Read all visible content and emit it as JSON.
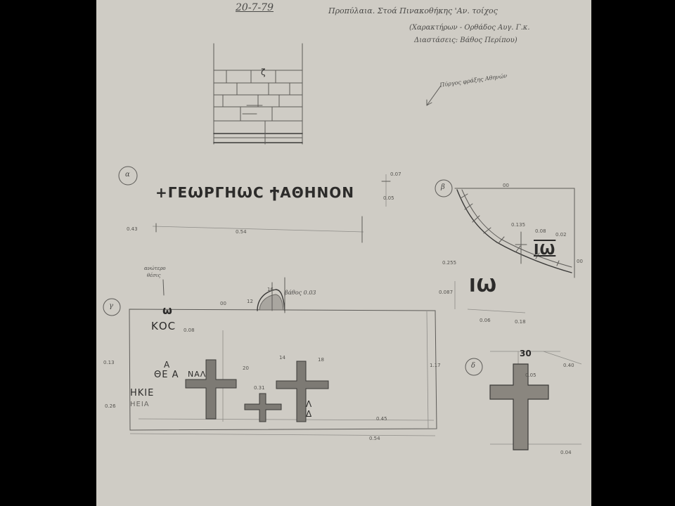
{
  "header": {
    "date": "20-7-79",
    "title_line1": "Προπύλαια. Στοά Πινακοθήκης 'Αν. τοίχος",
    "title_line2": "(Χαρακτήρων - Ορθάδος Αυγ. Γ.κ.",
    "title_line3": "Διαστάσεις: Βάθος Περίπου)"
  },
  "annotations": {
    "arrow_note": "Πύργος φράξης Αθηνών",
    "depth_note": "βάθος 0.03",
    "upper_note_1": "ανώτερο",
    "upper_note_2": "θέσις"
  },
  "panel_labels": {
    "a": "α",
    "b": "β",
    "c": "γ",
    "d": "δ"
  },
  "inscriptions": {
    "main": "+ΓΕѠΡΓΗѠϹ ϮΑΘΗΝΟΝ",
    "io": "ΙѠ",
    "io_small": "ΙѠ",
    "kos": "ΚΟϹ",
    "lines": [
      "ΘΕ Α",
      "Α",
      "ΝΑΛ",
      "ΗΚΙΕ",
      "ΗΕΙΑ"
    ],
    "lambda": "Λ",
    "delta": "Δ",
    "omega": "ω",
    "zeta": "ζ"
  },
  "dimensions": {
    "a_total": "0.54",
    "a_left": "0.43",
    "a_h1": "0.07",
    "a_h2": "0.05",
    "b_top": "00",
    "b_side": "00",
    "b_1": "0.135",
    "b_2": "0.08",
    "b_3": "0.02",
    "b_4": "0.255",
    "b_5": "0.087",
    "b_6": "0.06",
    "b_7": "0.18",
    "c_top": "00",
    "c_16": "16",
    "c_12": "12",
    "c_width": "0.54",
    "c_height": "1.17",
    "c_right": "0.45",
    "c_left1": "0.13",
    "c_left2": "0.26",
    "c_08": "0.08",
    "c_14": "14",
    "c_31": "0.31",
    "c_18": "18",
    "c_20": "20",
    "d_top": "30",
    "d_right": "0.40",
    "d_bottom": "0.04",
    "d_mid": "0.05"
  }
}
